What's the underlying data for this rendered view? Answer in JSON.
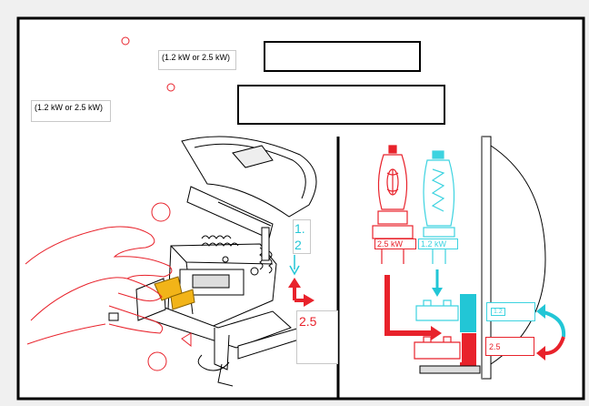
{
  "labels": {
    "note_top": "(1.2 kW or 2.5 kW)",
    "note_left": "(1.2 kW or 2.5 kW)",
    "step_1": "1.",
    "step_2": "2",
    "red_value": "2.5",
    "lamp_red": "2.5 kW",
    "lamp_cyan": "1.2 kW",
    "cyan_socket": "1.2",
    "red_socket": "2.5"
  },
  "colors": {
    "red": "#e8222b",
    "cyan": "#22c6d6",
    "black": "#000000",
    "outline_red": "#e8222b",
    "outline_cyan": "#3cd3e0",
    "gray_box": "#c8c8c8"
  },
  "icons": {
    "swap_arrow": "curved-double-arrow-icon",
    "down_arrow": "arrow-down-icon"
  }
}
